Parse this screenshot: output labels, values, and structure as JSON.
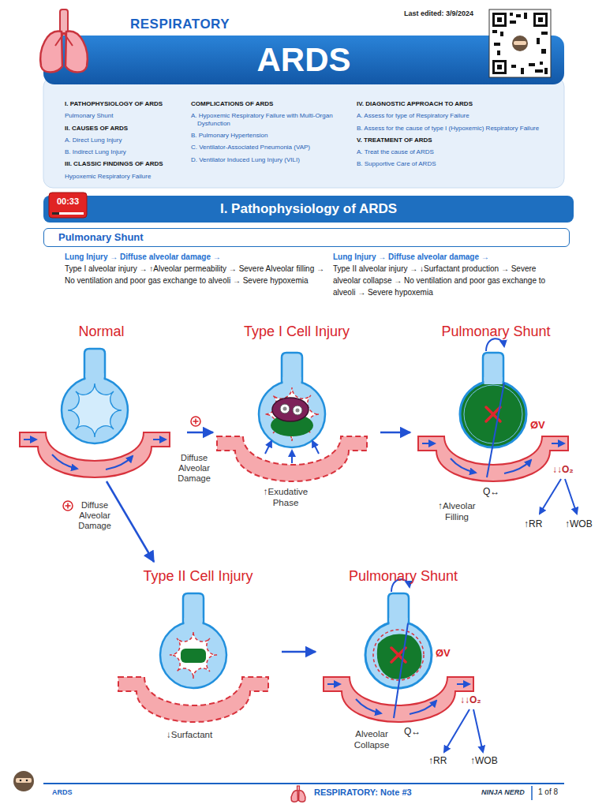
{
  "diagram": {
    "title": "ARDS",
    "nodes": [
      {
        "text": [
          "I. Pathophysiology of ARDS"
        ]
      },
      {
        "text": [
          "Pulmonary Shunt"
        ]
      },
      {
        "text": [
          "Normal"
        ]
      },
      {
        "text": [
          "Type I Cell Injury"
        ]
      },
      {
        "text": [
          "Pulmonary Shunt"
        ]
      },
      {
        "text": [
          "Type II Cell Injury"
        ]
      },
      {
        "text": [
          "Pulmonary Shunt"
        ]
      }
    ],
    "edges": [
      {
        "from": 2,
        "to": 3,
        "label": "Diffuse Alveolar Damage",
        "arrow": "to"
      },
      {
        "from": 3,
        "to": 4,
        "arrow": "to"
      },
      {
        "from": 2,
        "to": 5,
        "label": "Diffuse Alveolar Damage",
        "arrow": "to"
      },
      {
        "from": 5,
        "to": 6,
        "arrow": "to"
      }
    ],
    "labels": [
      "RESPIRATORY",
      "Last edited: 3/9/2024",
      "I. PATHOPHYSIOLOGY OF ARDS",
      "Pulmonary Shunt",
      "II. CAUSES OF ARDS",
      "A. Direct Lung Injury",
      "B. Indirect Lung Injury",
      "III. CLASSIC FINDINGS OF ARDS",
      "Hypoxemic Respiratory Failure",
      "COMPLICATIONS OF ARDS",
      "A. Hypoxemic Respiratory Failure with Multi-Organ Dysfunction",
      "B. Pulmonary Hypertension",
      "C. Ventilator-Associated Pneumonia (VAP)",
      "D. Ventilator Induced Lung Injury (VILI)",
      "IV. DIAGNOSTIC APPROACH TO ARDS",
      "A. Assess for type of Respiratory Failure",
      "B. Assess for the cause of type I (Hypoxemic) Respiratory Failure",
      "V. TREATMENT OF ARDS",
      "A. Treat the cause of ARDS",
      "B. Supportive Care of ARDS",
      "00:33",
      "Lung Injury → Diffuse alveolar damage →",
      "Type I alveolar injury → ↑Alveolar permeability → Severe Alveolar filling → No ventilation and poor gas exchange to alveoli → Severe hypoxemia",
      "Lung Injury → Diffuse alveolar damage →",
      "Type II alveolar injury → ↓Surfactant production → Severe alveolar collapse → No ventilation and poor gas exchange to alveoli → Severe hypoxemia",
      "↑Exudative Phase",
      "ØV",
      "↓↓O₂",
      "Q↔",
      "↑Alveolar Filling",
      "↑RR",
      "↑WOB",
      "↓Surfactant",
      "ØV",
      "↓↓O₂",
      "Q↔",
      "Alveolar Collapse",
      "↑RR",
      "↑WOB",
      "ARDS",
      "RESPIRATORY: Note #3",
      "NINJA NERD",
      "1 of 8"
    ]
  }
}
